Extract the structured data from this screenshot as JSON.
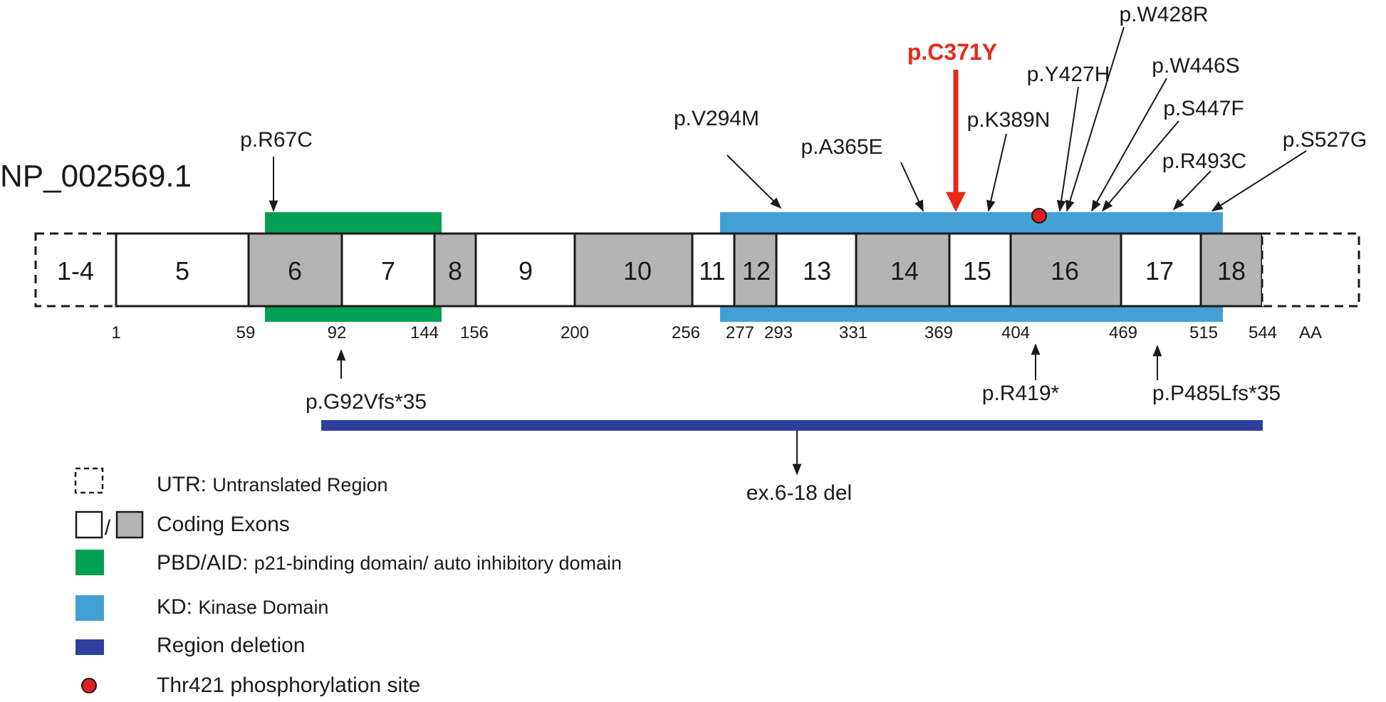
{
  "protein_id": "NP_002569.1",
  "exons": [
    {
      "label": "1-4",
      "type": "utr"
    },
    {
      "label": "5",
      "type": "coding",
      "shade": "white"
    },
    {
      "label": "6",
      "type": "coding",
      "shade": "gray"
    },
    {
      "label": "7",
      "type": "coding",
      "shade": "white"
    },
    {
      "label": "8",
      "type": "coding",
      "shade": "gray"
    },
    {
      "label": "9",
      "type": "coding",
      "shade": "white"
    },
    {
      "label": "10",
      "type": "coding",
      "shade": "gray"
    },
    {
      "label": "11",
      "type": "coding",
      "shade": "white"
    },
    {
      "label": "12",
      "type": "coding",
      "shade": "gray"
    },
    {
      "label": "13",
      "type": "coding",
      "shade": "white"
    },
    {
      "label": "14",
      "type": "coding",
      "shade": "gray"
    },
    {
      "label": "15",
      "type": "coding",
      "shade": "white"
    },
    {
      "label": "16",
      "type": "coding",
      "shade": "gray"
    },
    {
      "label": "17",
      "type": "coding",
      "shade": "white"
    },
    {
      "label": "18",
      "type": "coding",
      "shade": "gray"
    },
    {
      "label": "",
      "type": "utr"
    }
  ],
  "positions": [
    "1",
    "59",
    "92",
    "144",
    "156",
    "200",
    "256",
    "277",
    "293",
    "331",
    "369",
    "404",
    "469",
    "515",
    "544",
    "AA"
  ],
  "mutations_above": [
    "p.R67C",
    "p.V294M",
    "p.A365E",
    "p.C371Y",
    "p.K389N",
    "p.Y427H",
    "p.W428R",
    "p.W446S",
    "p.S447F",
    "p.R493C",
    "p.S527G"
  ],
  "highlighted_mutation": "p.C371Y",
  "mutations_below": [
    "p.G92Vfs*35",
    "p.R419*",
    "p.P485Lfs*35"
  ],
  "deletion_label": "ex.6-18 del",
  "legend": [
    {
      "key": "utr",
      "title": "UTR:",
      "desc": "Untranslated Region"
    },
    {
      "key": "coding",
      "title": "Coding Exons",
      "desc": "",
      "separator": "/"
    },
    {
      "key": "pbd",
      "title": "PBD/AID:",
      "desc": "p21-binding domain/ auto inhibitory domain"
    },
    {
      "key": "kd",
      "title": "KD:",
      "desc": "Kinase Domain"
    },
    {
      "key": "deletion",
      "title": "Region deletion",
      "desc": ""
    },
    {
      "key": "phospho",
      "title": "Thr421 phosphorylation site",
      "desc": ""
    }
  ],
  "colors": {
    "pbd": "#00a050",
    "kd": "#44a0d4",
    "deletion": "#2e3f9e",
    "exon_gray": "#b4b4b4",
    "highlight": "#e8281a",
    "phospho": "#e02020"
  }
}
